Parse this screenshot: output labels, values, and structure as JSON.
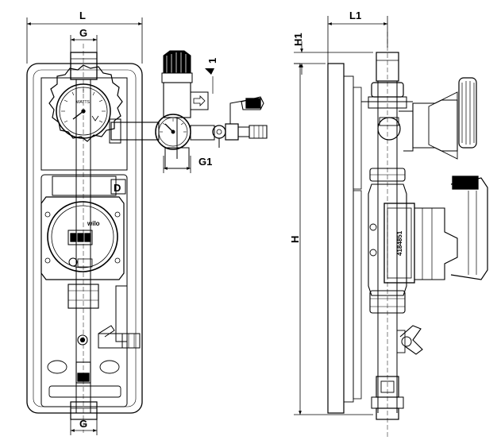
{
  "dimensions": {
    "L": "L",
    "G_top": "G",
    "G_bottom": "G",
    "G1": "G1",
    "L1": "L1",
    "H1": "H1",
    "H": "H"
  },
  "labels": {
    "pump_serial": "4184851",
    "pump_brand": "wilo",
    "gauge_brand": "WATTS",
    "valve_marking": "1"
  }
}
